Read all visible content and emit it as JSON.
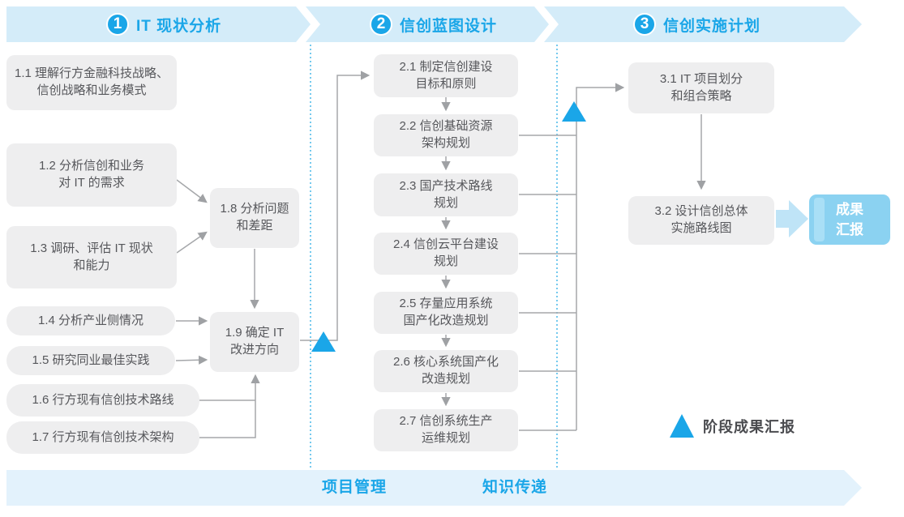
{
  "diagram": {
    "phases": [
      {
        "number": "1",
        "title": "IT 现状分析"
      },
      {
        "number": "2",
        "title": "信创蓝图设计"
      },
      {
        "number": "3",
        "title": "信创实施计划"
      }
    ],
    "nodes": {
      "n11": {
        "lines": [
          "1.1 理解行方金融科技战略、",
          "信创战略和业务模式"
        ]
      },
      "n12": {
        "lines": [
          "1.2 分析信创和业务",
          "对 IT 的需求"
        ]
      },
      "n13": {
        "lines": [
          "1.3 调研、评估 IT 现状",
          "和能力"
        ]
      },
      "n14": {
        "lines": [
          "1.4 分析产业侧情况"
        ]
      },
      "n15": {
        "lines": [
          "1.5 研究同业最佳实践"
        ]
      },
      "n16": {
        "lines": [
          "1.6 行方现有信创技术路线"
        ]
      },
      "n17": {
        "lines": [
          "1.7 行方现有信创技术架构"
        ]
      },
      "n18": {
        "lines": [
          "1.8 分析问题",
          "和差距"
        ]
      },
      "n19": {
        "lines": [
          "1.9 确定 IT",
          "改进方向"
        ]
      },
      "n21": {
        "lines": [
          "2.1 制定信创建设",
          "目标和原则"
        ]
      },
      "n22": {
        "lines": [
          "2.2 信创基础资源",
          "架构规划"
        ]
      },
      "n23": {
        "lines": [
          "2.3 国产技术路线",
          "规划"
        ]
      },
      "n24": {
        "lines": [
          "2.4 信创云平台建设",
          "规划"
        ]
      },
      "n25": {
        "lines": [
          "2.5 存量应用系统",
          "国产化改造规划"
        ]
      },
      "n26": {
        "lines": [
          "2.6 核心系统国产化",
          "改造规划"
        ]
      },
      "n27": {
        "lines": [
          "2.7 信创系统生产",
          "运维规划"
        ]
      },
      "n31": {
        "lines": [
          "3.1 IT 项目划分",
          "和组合策略"
        ]
      },
      "n32": {
        "lines": [
          "3.2 设计信创总体",
          "实施路线图"
        ]
      }
    },
    "result_box": {
      "lines": [
        "成果",
        "汇报"
      ]
    },
    "legend": {
      "label": "阶段成果汇报"
    },
    "footer": {
      "items": [
        "项目管理",
        "知识传递"
      ]
    },
    "colors": {
      "accent_blue": "#1AA6E8",
      "top_banner_fill": "#D4ECF9",
      "footer_banner_fill": "#E3F2FC",
      "node_fill": "#EEEEEF",
      "node_text": "#56575B",
      "connector_gray": "#9FA1A4",
      "dotted_divider_blue": "#53BCE9",
      "result_box_fill": "#8BD2F1",
      "block_arrow_fill": "#BFE4F7"
    }
  }
}
